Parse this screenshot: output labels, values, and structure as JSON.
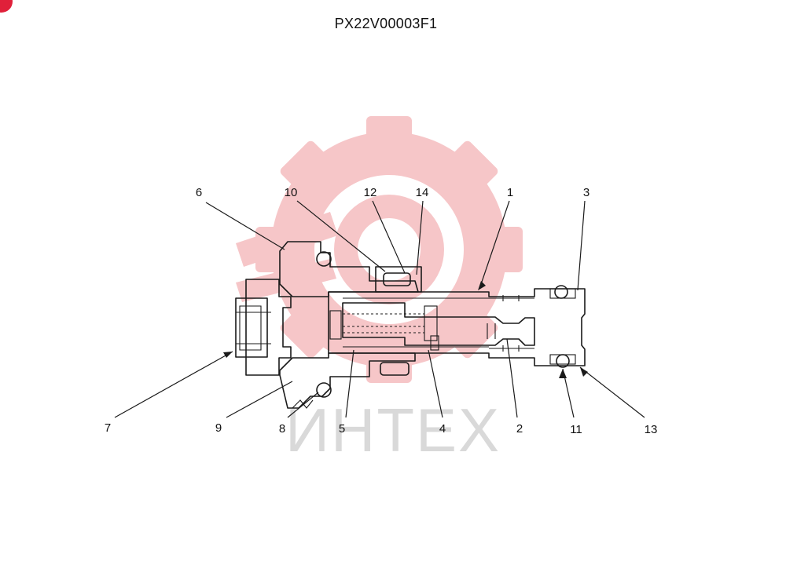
{
  "title": "PX22V00003F1",
  "watermark": {
    "text": "ИНТЕХ",
    "color_gear": "#f6c6c8",
    "color_text": "#d9d9d9"
  },
  "brand_color": "#e0203a",
  "callouts": [
    "1",
    "2",
    "3",
    "4",
    "5",
    "6",
    "7",
    "8",
    "9",
    "10",
    "11",
    "12",
    "13",
    "14"
  ]
}
